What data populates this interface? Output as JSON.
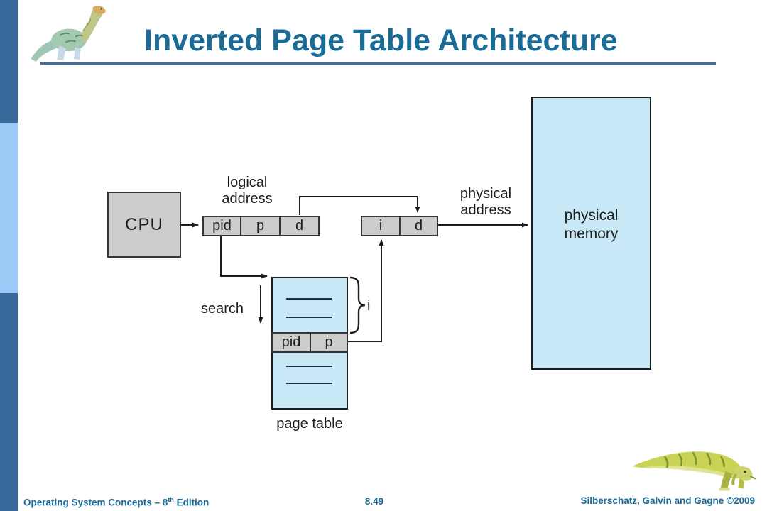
{
  "colors": {
    "accent": "#1A6B96",
    "rule": "#3C6E9E",
    "bar-dark": "#376A9B",
    "bar-light": "#9BCAF6",
    "box-gray": "#CCCCCC",
    "box-blue": "#C9E8F7"
  },
  "header": {
    "title": "Inverted Page Table Architecture"
  },
  "diagram": {
    "cpu": "CPU",
    "logical_address": [
      "logical",
      "address"
    ],
    "logical_cells": [
      "pid",
      "p",
      "d"
    ],
    "id_cells": [
      "i",
      "d"
    ],
    "physical_address": [
      "physical",
      "address"
    ],
    "physical_memory": [
      "physical",
      "memory"
    ],
    "search": "search",
    "index": "i",
    "page_table_cells": [
      "pid",
      "p"
    ],
    "page_table": "page table"
  },
  "footer": {
    "left_main": "Operating System Concepts – 8",
    "left_sup": "th",
    "left_rest": " Edition",
    "page": "8.49",
    "right": "Silberschatz, Galvin and Gagne ©2009"
  }
}
